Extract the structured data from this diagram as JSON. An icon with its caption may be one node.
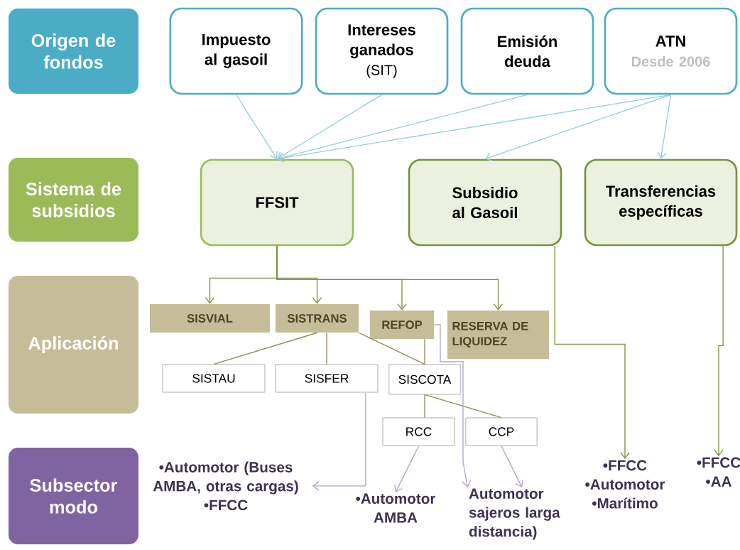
{
  "diagram": {
    "nodes": [
      {
        "text": [
          "Origen de fondos"
        ]
      },
      {
        "text": [
          "Sistema de subsidios"
        ]
      },
      {
        "text": [
          "Aplicación"
        ]
      },
      {
        "text": [
          "Subsector modo"
        ]
      },
      {
        "text": [
          "Impuesto al gasoil"
        ]
      },
      {
        "text": [
          "Intereses ganados",
          "(SIT)"
        ]
      },
      {
        "text": [
          "Emisión deuda"
        ]
      },
      {
        "text": [
          "ATN",
          "Desde 2006"
        ]
      },
      {
        "text": [
          "FFSIT"
        ]
      },
      {
        "text": [
          "Subsidio al Gasoil"
        ]
      },
      {
        "text": [
          "Transferencias específicas"
        ]
      },
      {
        "text": [
          "SISVIAL"
        ]
      },
      {
        "text": [
          "SISTRANS"
        ]
      },
      {
        "text": [
          "REFOP"
        ]
      },
      {
        "text": [
          "RESERVA DE LIQUIDEZ"
        ]
      },
      {
        "text": [
          "SISTAU"
        ]
      },
      {
        "text": [
          "SISFER"
        ]
      },
      {
        "text": [
          "SISCOTA"
        ]
      },
      {
        "text": [
          "RCC"
        ]
      },
      {
        "text": [
          "CCP"
        ]
      },
      {
        "text": [
          "•Automotor (Buses AMBA, otras cargas)",
          "•FFCC"
        ]
      },
      {
        "text": [
          "•Automotor AMBA"
        ]
      },
      {
        "text": [
          "Automotor sajeros larga distancia)"
        ]
      },
      {
        "text": [
          "•FFCC",
          "•Automotor",
          "•Marítimo"
        ]
      },
      {
        "text": [
          "•FFCC",
          "•AA"
        ]
      }
    ],
    "edges": [
      {
        "from": 4,
        "to": 8,
        "arrow": "to",
        "color": "#93cddd"
      },
      {
        "from": 5,
        "to": 8,
        "arrow": "to",
        "color": "#93cddd"
      },
      {
        "from": 6,
        "to": 8,
        "arrow": "to",
        "color": "#93cddd"
      },
      {
        "from": 7,
        "to": 8,
        "arrow": "to",
        "color": "#93cddd"
      },
      {
        "from": 7,
        "to": 9,
        "arrow": "to",
        "color": "#93cddd"
      },
      {
        "from": 7,
        "to": 10,
        "arrow": "to",
        "color": "#93cddd"
      },
      {
        "from": 8,
        "to": 11,
        "arrow": "to",
        "color": "#77933c"
      },
      {
        "from": 8,
        "to": 12,
        "arrow": "to",
        "color": "#77933c"
      },
      {
        "from": 8,
        "to": 13,
        "arrow": "to",
        "color": "#77933c"
      },
      {
        "from": 8,
        "to": 14,
        "arrow": "to",
        "color": "#77933c"
      },
      {
        "from": 9,
        "to": 23,
        "arrow": "to",
        "color": "#77933c"
      },
      {
        "from": 10,
        "to": 24,
        "arrow": "to",
        "color": "#77933c"
      },
      {
        "from": 12,
        "to": 15,
        "arrow": "none",
        "color": "#948a54"
      },
      {
        "from": 12,
        "to": 16,
        "arrow": "none",
        "color": "#948a54"
      },
      {
        "from": 12,
        "to": 17,
        "arrow": "none",
        "color": "#948a54"
      },
      {
        "from": 13,
        "to": 17,
        "arrow": "none",
        "color": "#948a54"
      },
      {
        "from": 17,
        "to": 18,
        "arrow": "none",
        "color": "#948a54"
      },
      {
        "from": 17,
        "to": 19,
        "arrow": "none",
        "color": "#948a54"
      },
      {
        "from": 16,
        "to": 20,
        "arrow": "to",
        "color": "#b3a2c7"
      },
      {
        "from": 18,
        "to": 21,
        "arrow": "to",
        "color": "#b3a2c7"
      },
      {
        "from": 13,
        "to": 22,
        "arrow": "to",
        "color": "#b3a2c7"
      },
      {
        "from": 19,
        "to": 22,
        "arrow": "to",
        "color": "#b3a2c7"
      }
    ]
  }
}
